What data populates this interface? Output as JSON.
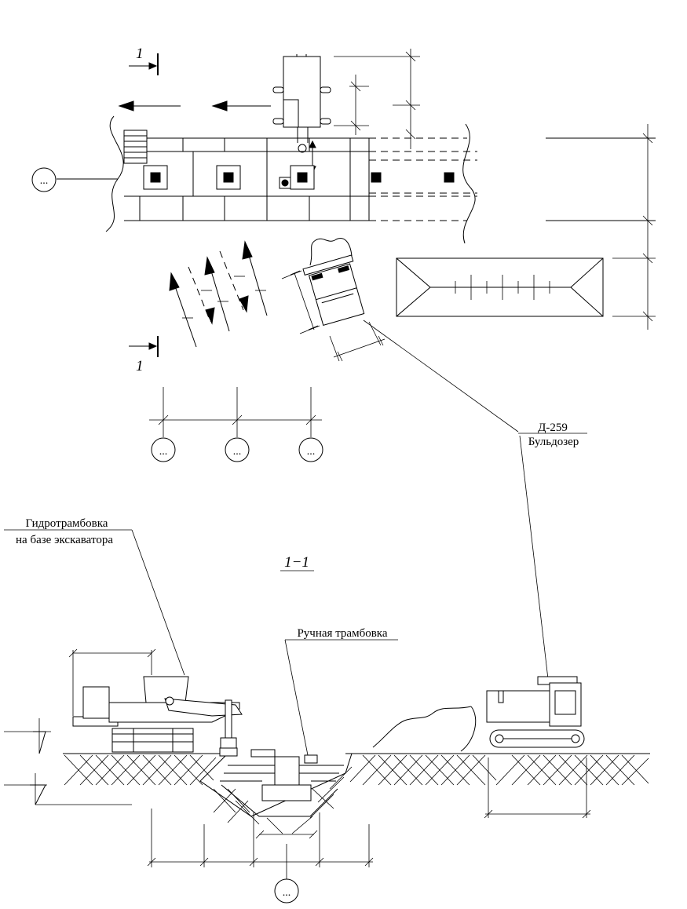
{
  "plan": {
    "section_mark_top": "1",
    "section_mark_bottom": "1",
    "trench_axis_bubble": "...",
    "column_axis_bubbles": [
      "...",
      "...",
      "..."
    ]
  },
  "labels": {
    "bulldozer_model": "Д-259",
    "bulldozer_name": "Бульдозер",
    "hydro_rammer_line1": "Гидротрамбовка",
    "hydro_rammer_line2": "на базе экскаватора",
    "section_title": "1−1",
    "manual_rammer": "Ручная трамбовка",
    "section_axis_bubble": "..."
  }
}
